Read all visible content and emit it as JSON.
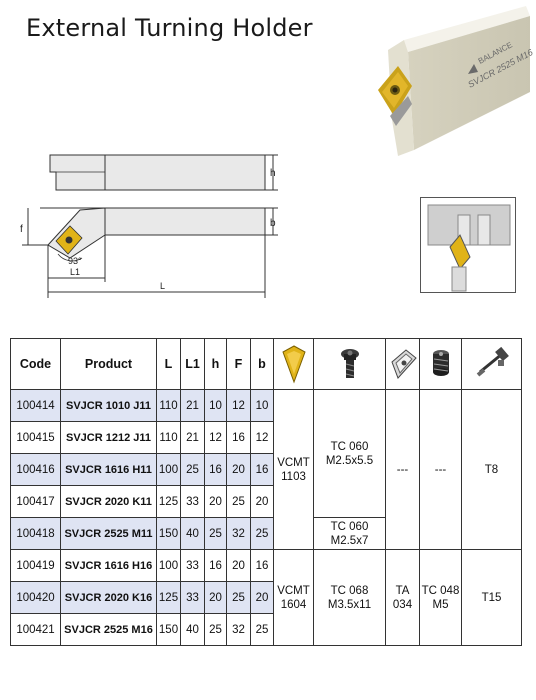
{
  "title": "External Turning Holder",
  "brand": {
    "name": "BALANCE",
    "model_marking": "SVJCR 2525 M16"
  },
  "drawing": {
    "dim_h": "h",
    "dim_f": "f",
    "dim_b": "b",
    "dim_L": "L",
    "dim_L1": "L1",
    "angle": "93°"
  },
  "table": {
    "headers": {
      "code": "Code",
      "product": "Product",
      "L": "L",
      "L1": "L1",
      "h": "h",
      "F": "F",
      "b": "b"
    },
    "icons": [
      "insert-icon",
      "screw-icon",
      "shim-icon",
      "shim-screw-icon",
      "wrench-icon"
    ],
    "rows": [
      {
        "code": "100414",
        "product": "SVJCR 1010 J11",
        "L": "110",
        "L1": "21",
        "h": "10",
        "F": "12",
        "b": "10"
      },
      {
        "code": "100415",
        "product": "SVJCR 1212 J11",
        "L": "110",
        "L1": "21",
        "h": "12",
        "F": "16",
        "b": "12"
      },
      {
        "code": "100416",
        "product": "SVJCR 1616 H11",
        "L": "100",
        "L1": "25",
        "h": "16",
        "F": "20",
        "b": "16"
      },
      {
        "code": "100417",
        "product": "SVJCR 2020 K11",
        "L": "125",
        "L1": "33",
        "h": "20",
        "F": "25",
        "b": "20"
      },
      {
        "code": "100418",
        "product": "SVJCR 2525 M11",
        "L": "150",
        "L1": "40",
        "h": "25",
        "F": "32",
        "b": "25"
      },
      {
        "code": "100419",
        "product": "SVJCR 1616 H16",
        "L": "100",
        "L1": "33",
        "h": "16",
        "F": "20",
        "b": "16"
      },
      {
        "code": "100420",
        "product": "SVJCR 2020 K16",
        "L": "125",
        "L1": "33",
        "h": "20",
        "F": "25",
        "b": "20"
      },
      {
        "code": "100421",
        "product": "SVJCR 2525 M16",
        "L": "150",
        "L1": "40",
        "h": "25",
        "F": "32",
        "b": "25"
      }
    ],
    "merged": {
      "insert_a_1": "VCMT",
      "insert_a_2": "1103",
      "screw_a_1": "TC 060",
      "screw_a_2": "M2.5x5.5",
      "screw_b_1": "TC 060",
      "screw_b_2": "M2.5x7",
      "shim_a": "---",
      "shimscrew_a": "---",
      "wrench_a": "T8",
      "insert_b_1": "VCMT",
      "insert_b_2": "1604",
      "screw_c_1": "TC 068",
      "screw_c_2": "M3.5x11",
      "shim_b": "TA 034",
      "shimscrew_b_1": "TC 048",
      "shimscrew_b_2": "M5",
      "wrench_b": "T15"
    }
  }
}
